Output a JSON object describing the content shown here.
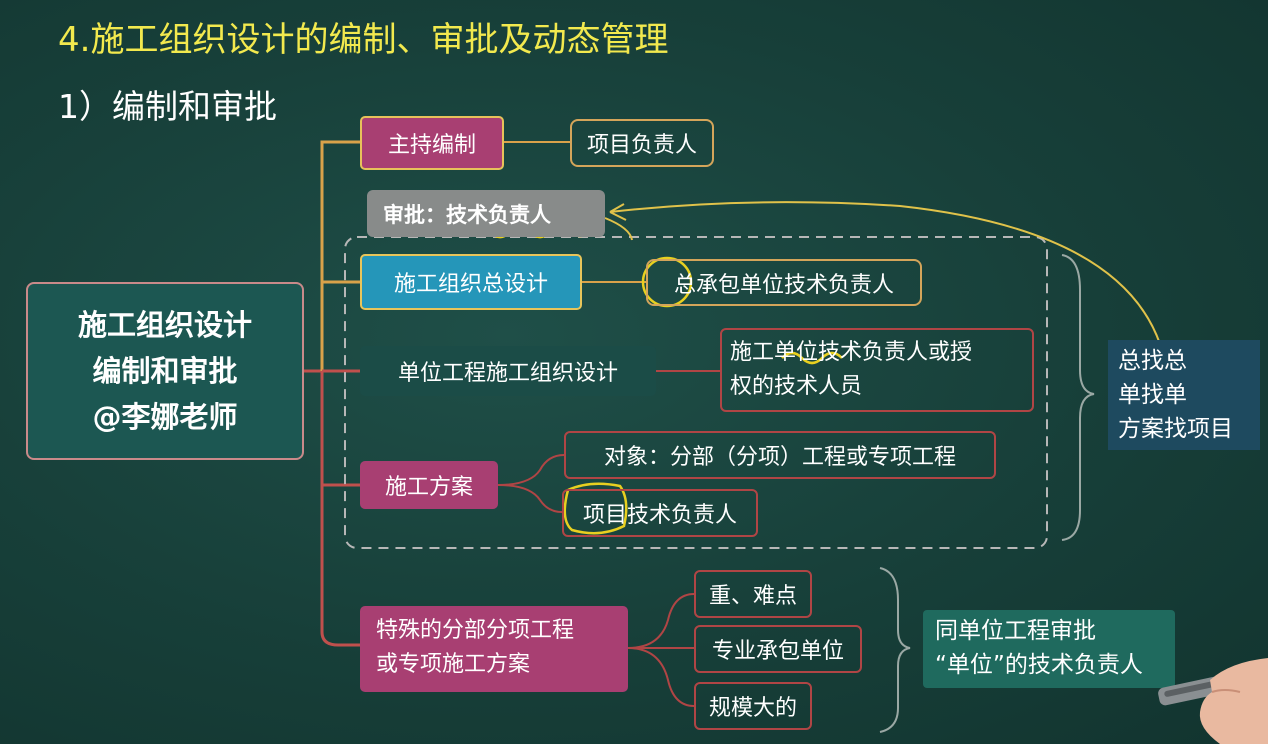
{
  "title": "4.施工组织设计的编制、审批及动态管理",
  "subtitle": "1）编制和审批",
  "root": {
    "line1": "施工组织设计",
    "line2": "编制和审批",
    "line3": "@李娜老师"
  },
  "preparation": {
    "label": "主持编制",
    "responsible": "项目负责人"
  },
  "approval": {
    "label": "审批：技术负责人"
  },
  "general_design": {
    "label": "施工组织总设计",
    "approver": "总承包单位技术负责人"
  },
  "unit_design": {
    "label": "单位工程施工组织设计",
    "approver_line1": "施工单位技术负责人或授",
    "approver_line2": "权的技术人员"
  },
  "construction_plan": {
    "label": "施工方案",
    "object": "对象：分部（分项）工程或专项工程",
    "approver": "项目技术负责人"
  },
  "mnemonic": {
    "line1": "总找总",
    "line2": "单找单",
    "line3": "方案找项目"
  },
  "special": {
    "line1": "特殊的分部分项工程",
    "line2": "或专项施工方案",
    "items": [
      "重、难点",
      "专业承包单位",
      "规模大的"
    ]
  },
  "special_note": {
    "line1": "同单位工程审批",
    "line2": "“单位”的技术负责人"
  },
  "colors": {
    "title": "#f2e94e",
    "magenta": "#a83f72",
    "blue": "#2596b9",
    "gold": "#e7c25a",
    "red_line": "#b04545",
    "background": "#173f39"
  }
}
